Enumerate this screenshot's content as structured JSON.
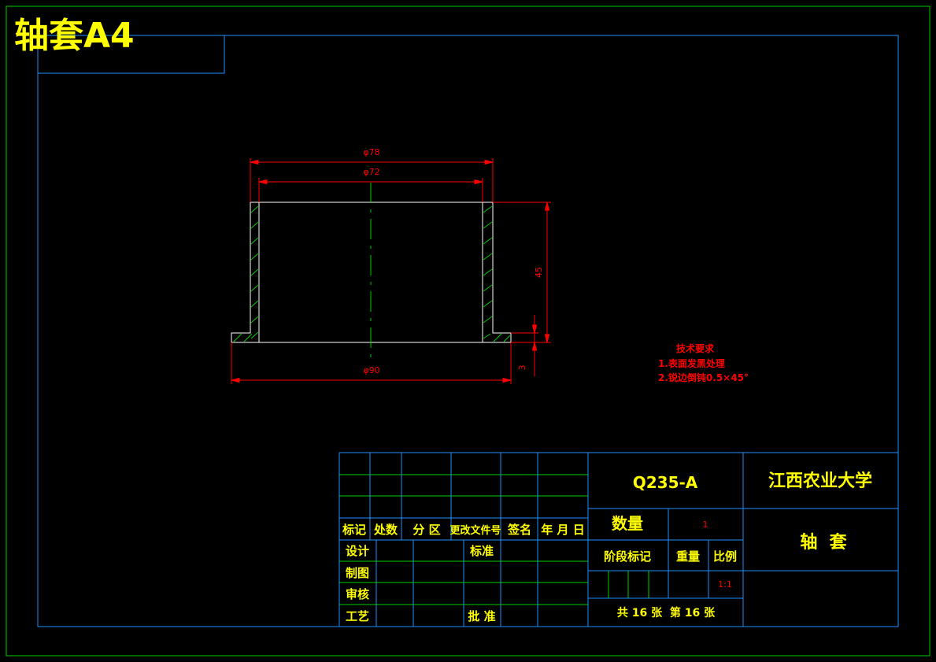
{
  "header": {
    "title": "轴套A4"
  },
  "dimensions": {
    "outer_diameter": "φ78",
    "inner_diameter": "φ72",
    "flange_diameter": "φ90",
    "height": "45",
    "flange_thickness": "3"
  },
  "tech_requirements": {
    "heading": "技术要求",
    "items": [
      "1.表面发黑处理",
      "2.锐边倒钝0.5×45°"
    ]
  },
  "title_block": {
    "material": "Q235-A",
    "school": "江西农业大学",
    "part_name": "轴  套",
    "quantity_label": "数量",
    "quantity_value": "1",
    "stage_label": "阶段标记",
    "weight_label": "重量",
    "scale_label": "比例",
    "scale_value": "1:1",
    "sheets": "共 16 张  第 16 张",
    "revision_header": [
      "标记",
      "处数",
      "分 区",
      "更改文件号",
      "签名",
      "年 月 日"
    ],
    "roles": [
      "设计",
      "制图",
      "审核",
      "工艺"
    ],
    "standard_label": "标准",
    "approve_label": "批 准"
  },
  "colors": {
    "frame": "#1e90ff",
    "outer_border": "#00cc00",
    "geometry": "#ffffff",
    "dimension": "#ff0000",
    "centerline": "#00cc00",
    "hatch": "#00cc00",
    "text": "#ffff00"
  }
}
